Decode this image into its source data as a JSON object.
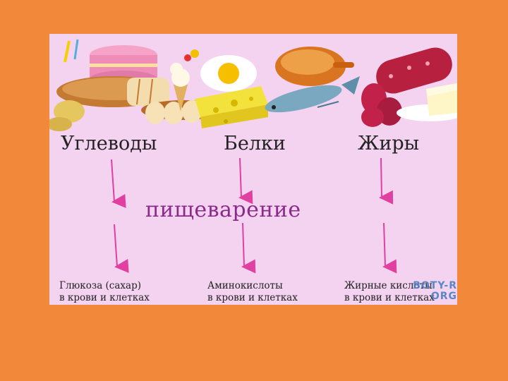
{
  "diagram": {
    "categories": [
      {
        "heading": "Углеводы",
        "result_line1": "Глюкоза (сахар)",
        "result_line2": "в крови и клетках"
      },
      {
        "heading": "Белки",
        "result_line1": "Аминокислоты",
        "result_line2": "в крови и клетках"
      },
      {
        "heading": "Жиры",
        "result_line1": "Жирные кислоты",
        "result_line2": "в крови и клетках"
      }
    ],
    "center_word": "пищеварение",
    "arrow_color": "#e040a0"
  },
  "watermark": {
    "line1": "BOTY-R",
    "line2": "ORG"
  }
}
